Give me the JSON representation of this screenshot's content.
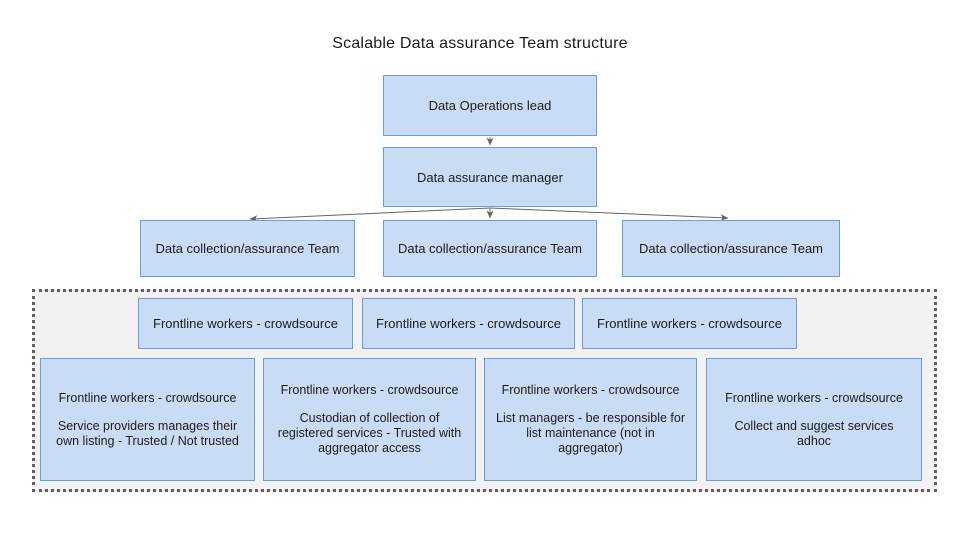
{
  "title": "Scalable Data assurance Team structure",
  "colors": {
    "box_fill": "#c9dcf5",
    "box_border": "#6d9be0",
    "region_background": "#f2f2f2",
    "region_border": "#5f5f5f",
    "connector": "#666666",
    "text": "#1c1c1c"
  },
  "org": {
    "lead": {
      "label": "Data Operations lead"
    },
    "manager": {
      "label": "Data assurance manager"
    },
    "teams": [
      {
        "label": "Data collection/assurance Team"
      },
      {
        "label": "Data collection/assurance Team"
      },
      {
        "label": "Data collection/assurance Team"
      }
    ],
    "frontline": [
      {
        "label": "Frontline workers - crowdsource"
      },
      {
        "label": "Frontline workers - crowdsource"
      },
      {
        "label": "Frontline workers - crowdsource"
      }
    ],
    "frontline_detail": [
      {
        "title": "Frontline workers - crowdsource",
        "desc": "Service providers manages their own listing - Trusted / Not trusted"
      },
      {
        "title": "Frontline workers - crowdsource",
        "desc": "Custodian of collection of registered services - Trusted with aggregator access"
      },
      {
        "title": "Frontline workers - crowdsource",
        "desc": "List managers - be responsible for list maintenance (not in aggregator)"
      },
      {
        "title": "Frontline workers - crowdsource",
        "desc": "Collect and suggest services adhoc"
      }
    ]
  }
}
